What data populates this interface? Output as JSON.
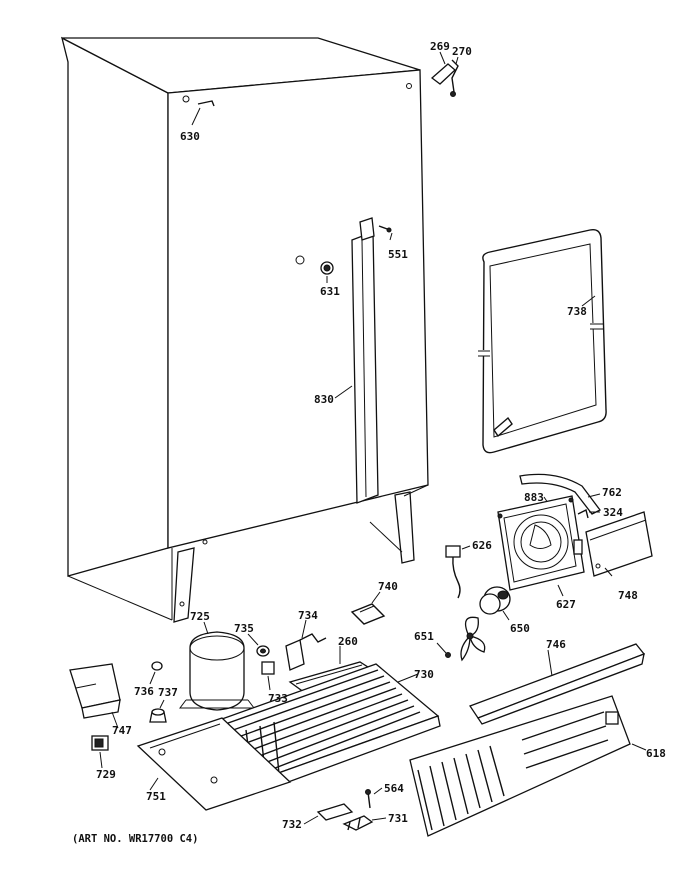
{
  "caption": "(ART NO. WR17700 C4)",
  "part_labels": {
    "p269": "269",
    "p270": "270",
    "p630": "630",
    "p551": "551",
    "p631": "631",
    "p738": "738",
    "p830": "830",
    "p762": "762",
    "p883": "883",
    "p324": "324",
    "p626": "626",
    "p740": "740",
    "p748": "748",
    "p627": "627",
    "p725": "725",
    "p735": "735",
    "p734": "734",
    "p260": "260",
    "p651": "651",
    "p650": "650",
    "p746": "746",
    "p736": "736",
    "p737": "737",
    "p733": "733",
    "p730": "730",
    "p747": "747",
    "p729": "729",
    "p751": "751",
    "p564": "564",
    "p618": "618",
    "p732": "732",
    "p731": "731"
  }
}
